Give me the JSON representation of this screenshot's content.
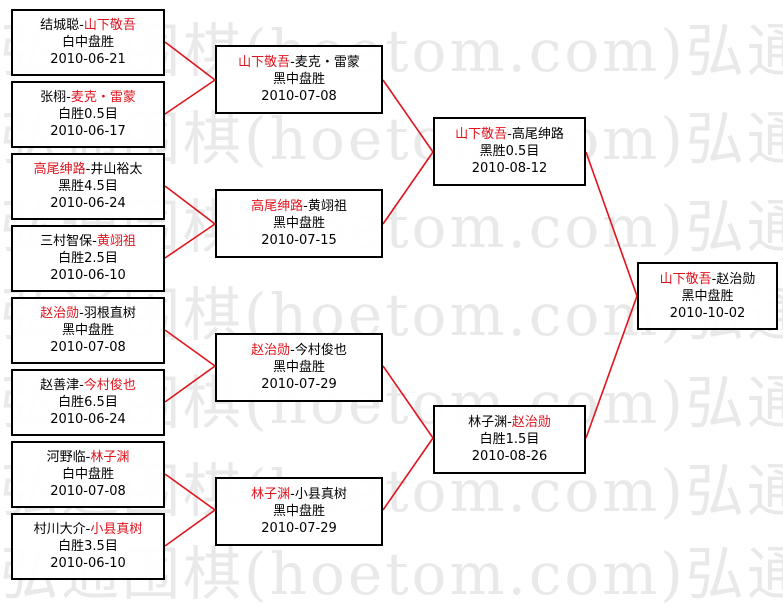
{
  "watermark": "弘通围棋(hoetom.com)弘通",
  "colors": {
    "winner": "#e0141e",
    "line": "#e0141e",
    "text": "#000000"
  },
  "matches": [
    {
      "p1": "结城聪",
      "p2": "山下敬吾",
      "winner": 2,
      "result": "白中盘胜",
      "date": "2010-06-21"
    },
    {
      "p1": "张栩",
      "p2": "麦克・雷蒙",
      "winner": 2,
      "result": "白胜0.5目",
      "date": "2010-06-17"
    },
    {
      "p1": "高尾绅路",
      "p2": "井山裕太",
      "winner": 1,
      "result": "黑胜4.5目",
      "date": "2010-06-24"
    },
    {
      "p1": "三村智保",
      "p2": "黄翊祖",
      "winner": 2,
      "result": "白胜2.5目",
      "date": "2010-06-10"
    },
    {
      "p1": "赵治勋",
      "p2": "羽根直树",
      "winner": 1,
      "result": "黑中盘胜",
      "date": "2010-07-08"
    },
    {
      "p1": "赵善津",
      "p2": "今村俊也",
      "winner": 2,
      "result": "白胜6.5目",
      "date": "2010-06-24"
    },
    {
      "p1": "河野临",
      "p2": "林子渊",
      "winner": 2,
      "result": "白中盘胜",
      "date": "2010-07-08"
    },
    {
      "p1": "村川大介",
      "p2": "小县真树",
      "winner": 2,
      "result": "白胜3.5目",
      "date": "2010-06-10"
    },
    {
      "p1": "山下敬吾",
      "p2": "麦克・雷蒙",
      "winner": 1,
      "result": "黑中盘胜",
      "date": "2010-07-08"
    },
    {
      "p1": "高尾绅路",
      "p2": "黄翊祖",
      "winner": 1,
      "result": "黑中盘胜",
      "date": "2010-07-15"
    },
    {
      "p1": "赵治勋",
      "p2": "今村俊也",
      "winner": 1,
      "result": "黑中盘胜",
      "date": "2010-07-29"
    },
    {
      "p1": "林子渊",
      "p2": "小县真树",
      "winner": 1,
      "result": "黑中盘胜",
      "date": "2010-07-29"
    },
    {
      "p1": "山下敬吾",
      "p2": "高尾绅路",
      "winner": 1,
      "result": "黑胜0.5目",
      "date": "2010-08-12"
    },
    {
      "p1": "林子渊",
      "p2": "赵治勋",
      "winner": 2,
      "result": "白胜1.5目",
      "date": "2010-08-26"
    },
    {
      "p1": "山下敬吾",
      "p2": "赵治勋",
      "winner": 1,
      "result": "黑中盘胜",
      "date": "2010-10-02"
    }
  ]
}
